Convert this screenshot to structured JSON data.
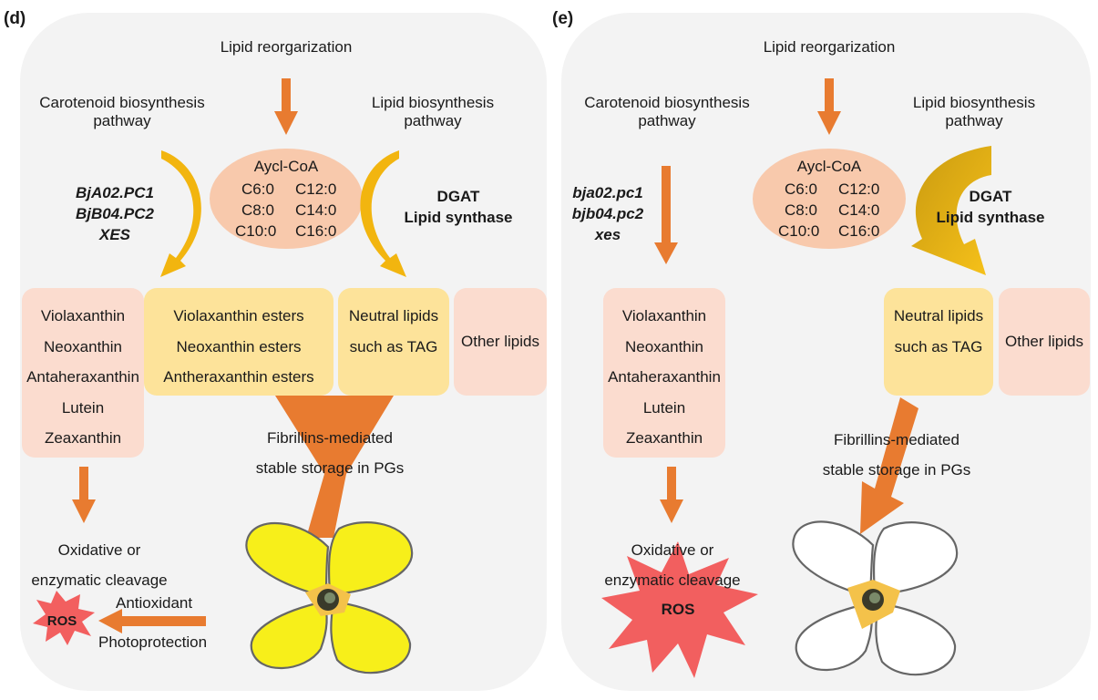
{
  "colors": {
    "panel_bg": "#f3f3f3",
    "arrow_orange": "#e87b30",
    "arrow_gold": "#f2b50f",
    "arrow_dark_gold": "#c99a10",
    "oval_fill": "#f8c9ac",
    "ester_box": "#fde39a",
    "pale_box": "#fbdccf",
    "ros_red": "#f25f5f",
    "petal_yellow": "#f7ef1a",
    "petal_white": "#ffffff"
  },
  "panel_d": {
    "label": "(d)",
    "lipid_reorg": "Lipid reorgarization",
    "carotenoid_path": [
      "Carotenoid biosynthesis",
      "pathway"
    ],
    "lipid_path": [
      "Lipid biosynthesis",
      "pathway"
    ],
    "acyl_coa": {
      "title": "Aycl-CoA",
      "species": [
        "C6:0",
        "C12:0",
        "C8:0",
        "C14:0",
        "C10:0",
        "C16:0"
      ]
    },
    "genes": [
      "BjA02.PC1",
      "BjB04.PC2",
      "XES"
    ],
    "enzymes": [
      "DGAT",
      "Lipid synthase"
    ],
    "xanthophylls": [
      "Violaxanthin",
      "Neoxanthin",
      "Antaheraxanthin",
      "Lutein",
      "Zeaxanthin"
    ],
    "esters": [
      "Violaxanthin esters",
      "Neoxanthin esters",
      "Antheraxanthin esters"
    ],
    "neutral_lipids": [
      "Neutral lipids",
      "such as TAG"
    ],
    "other_lipids": "Other lipids",
    "fibrillins": [
      "Fibrillins-mediated",
      "stable storage in PGs"
    ],
    "oxidative": [
      "Oxidative or",
      "enzymatic  cleavage"
    ],
    "antioxidant": "Antioxidant",
    "photoprotection": "Photoprotection",
    "ros": "ROS"
  },
  "panel_e": {
    "label": "(e)",
    "lipid_reorg": "Lipid reorgarization",
    "carotenoid_path": [
      "Carotenoid biosynthesis",
      "pathway"
    ],
    "lipid_path": [
      "Lipid biosynthesis",
      "pathway"
    ],
    "acyl_coa": {
      "title": "Aycl-CoA",
      "species": [
        "C6:0",
        "C12:0",
        "C8:0",
        "C14:0",
        "C10:0",
        "C16:0"
      ]
    },
    "genes": [
      "bja02.pc1",
      "bjb04.pc2",
      "xes"
    ],
    "enzymes": [
      "DGAT",
      "Lipid synthase"
    ],
    "xanthophylls": [
      "Violaxanthin",
      "Neoxanthin",
      "Antaheraxanthin",
      "Lutein",
      "Zeaxanthin"
    ],
    "neutral_lipids": [
      "Neutral lipids",
      "such as TAG"
    ],
    "other_lipids": "Other lipids",
    "fibrillins": [
      "Fibrillins-mediated",
      "stable storage in PGs"
    ],
    "oxidative": [
      "Oxidative or",
      "enzymatic  cleavage"
    ],
    "ros": "ROS"
  }
}
